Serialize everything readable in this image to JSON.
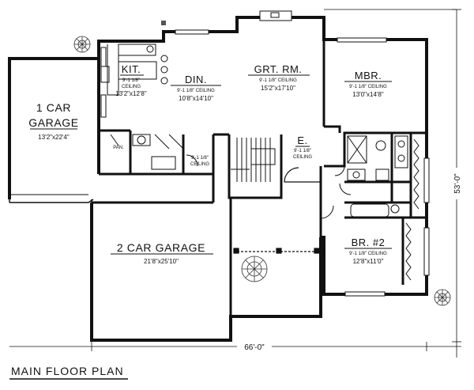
{
  "title": "MAIN FLOOR PLAN",
  "overall": {
    "width": "66'-0\"",
    "depth": "53'-0\""
  },
  "rooms": {
    "garage1": {
      "name_line1": "1 CAR",
      "name_line2": "GARAGE",
      "size": "13'2\"x22'4\""
    },
    "garage2": {
      "name": "2 CAR GARAGE",
      "size": "21'8\"x25'10\""
    },
    "kit": {
      "name": "KIT.",
      "ceiling1": "9'-1 1/8\"",
      "ceiling2": "CEILING",
      "size": "13'2\"x12'8\""
    },
    "din": {
      "name": "DIN.",
      "ceiling": "9'-1 1/8\" CEILING",
      "size": "10'8\"x14'10\""
    },
    "grt": {
      "name": "GRT. RM.",
      "ceiling": "9'-1 1/8\" CEILING",
      "size": "15'2\"x17'10\""
    },
    "mbr": {
      "name": "MBR.",
      "ceiling": "9'-1 1/8\" CEILING",
      "size": "13'0\"x14'8\""
    },
    "entry": {
      "name": "E.",
      "ceiling1": "9'-1 1/8\"",
      "ceiling2": "CEILING"
    },
    "pan": {
      "name": "PAN."
    },
    "bedroom2": {
      "name": "BR. #2",
      "ceiling": "9'-1 1/8\" CEILING",
      "size": "12'8\"x11'0\""
    },
    "hall": {
      "ceiling1": "9'-1 1/8\"",
      "ceiling2": "CEILING"
    }
  }
}
